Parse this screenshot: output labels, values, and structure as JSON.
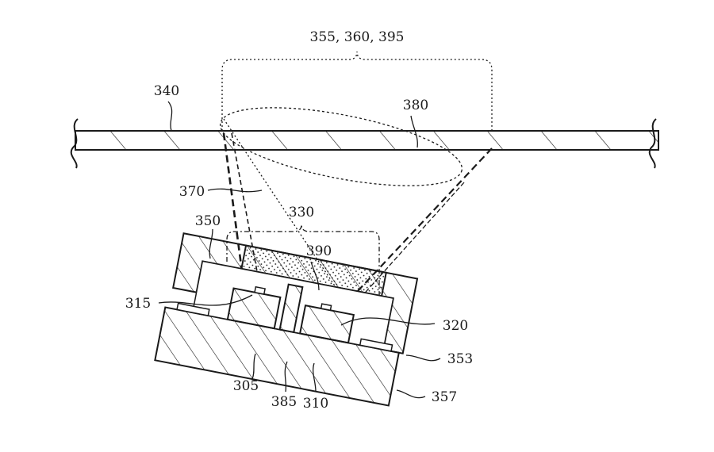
{
  "labels": {
    "group_355_360_395": "355, 360, 395",
    "cover_340": "340",
    "spot_380": "380",
    "cone_370": "370",
    "group_330": "330",
    "housing_350": "350",
    "window_390": "390",
    "emitter_315": "315",
    "detector_320": "320",
    "housing_353": "353",
    "chip_305": "305",
    "barrier_385": "385",
    "chip_310": "310",
    "substrate_357": "357"
  },
  "colors": {
    "ink": "#1a1a1a",
    "background": "#ffffff"
  }
}
